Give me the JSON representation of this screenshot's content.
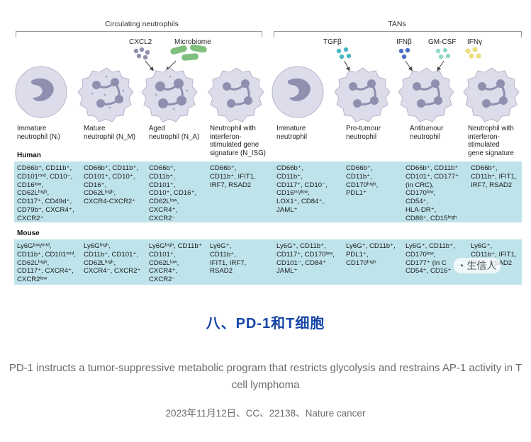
{
  "figure": {
    "groups": [
      {
        "title": "Circulating neutrophils"
      },
      {
        "title": "TANs"
      }
    ],
    "signals": [
      "CXCL2",
      "Microbiome",
      "TGFβ",
      "IFNβ",
      "GM-CSF",
      "IFNγ"
    ],
    "cells": [
      {
        "label": "Immature\nneutrophil (Nᵢ)"
      },
      {
        "label": "Mature\nneutrophil (N_M)"
      },
      {
        "label": "Aged\nneutrophil (N_A)"
      },
      {
        "label": "Neutrophil with\ninterferon-\nstimulated gene\nsignature (N_ISG)"
      },
      {
        "label": "Immature\nneutrophil"
      },
      {
        "label": "Pro-tumour\nneutrophil"
      },
      {
        "label": "Antitumour\nneutrophil"
      },
      {
        "label": "Neutrophil with\ninterferon-\nstimulated\ngene signature"
      }
    ],
    "human_label": "Human",
    "mouse_label": "Mouse",
    "human": [
      "CD66b⁺, CD11b⁺,\nCD101ᵐⁱᵈ, CD10⁻,\nCD16ˡᵒʷ,\nCD62Lʰⁱᵍʰ,\nCD117⁺, CD49d⁺,\nCD79b⁺, CXCR4⁺,\nCXCR2⁺",
      "CD66b⁺, CD11b⁺,\nCD101⁺, CD10⁺,\nCD16⁺,\nCD62Lʰⁱᵍʰ,\nCXCR4-CXCR2⁺",
      "CD66b⁺,\nCD11b⁺,\nCD101⁺,\nCD10⁺, CD16⁺,\nCD62Lˡᵒʷ,\nCXCR4⁺,\nCXCR2⁻",
      "CD66b⁺,\nCD11b⁺, IFIT1,\nIRF7, RSAD2",
      "CD66b⁺,\nCD11b⁺,\nCD117⁺, CD10⁻,\nCD16ⁱⁿᵗ/ˡᵒʷ,\nLOX1⁺, CD84⁺,\nJAML⁺",
      "CD66b⁺,\nCD11b⁺,\nCD170ʰⁱᵍʰ,\nPDL1⁺",
      "CD66b⁺, CD11b⁺\nCD101⁺, CD177⁺\n(in CRC),\nCD170ˡᵒʷ,\nCD54⁺,\nHLA-DR⁺,\nCD86⁺, CD15ʰⁱᵍʰ",
      "CD66b⁺,\nCD11b⁺, IFIT1,\nIRF7, RSAD2"
    ],
    "mouse": [
      "Ly6Gˡᵒʷ/ᵐⁱᵈ,\nCD11b⁺, CD101ᵐⁱᵈ,\nCD62Lʰⁱᵍʰ,\nCD117⁺, CXCR4⁺,\nCXCR2ˡᵒʷ",
      "Ly6Gʰⁱᵍʰ,\nCD11b⁺, CD101⁺,\nCD62Lʰⁱᵍʰ,\nCXCR4⁻, CXCR2⁺",
      "Ly6Gʰⁱᵍʰ, CD11b⁺\nCD101⁺,\nCD62Lˡᵒʷ,\nCXCR4⁺,\nCXCR2⁻",
      "Ly6G⁺,\nCD11b⁺,\nIFIT1, IRF7,\nRSAD2",
      "Ly6G⁺, CD11b⁺,\nCD117⁺, CD170ˡᵒʷ,\nCD101⁻, CD84⁺\nJAML⁺",
      "Ly6G⁺, CD11b⁺,\nPDL1⁺,\nCD170ʰⁱᵍʰ",
      "Ly6G⁺, CD11b⁺,\nCD170ˡᵒʷ,\nCD177⁺ (in C\nCD54⁺, CD16⁺",
      "Ly6G⁺,\nCD11b⁺, IFIT1,\nIRF7, RSAD2"
    ],
    "watermark": "生信人"
  },
  "heading": "八、PD-1和T细胞",
  "paper_title": "PD-1 instructs a tumor-suppressive metabolic program that restricts glycolysis and restrains AP-1 activity in T cell lymphoma",
  "meta": "2023年11月12日、CC、22138、Nature cancer",
  "colors": {
    "heading": "#1646a6",
    "band": "#bfe3ea",
    "cell_fill": "#dcdcea",
    "nucleus": "#8f8fb0",
    "cxcl2_dot": "#8f8fb0",
    "microbiome": "#7fc07f",
    "tgfb_dot": "#4ab6c4",
    "ifnb_dot": "#4a6fc4",
    "gmcsf_dot": "#8fd8c8",
    "ifng_dot": "#f0e07a"
  }
}
